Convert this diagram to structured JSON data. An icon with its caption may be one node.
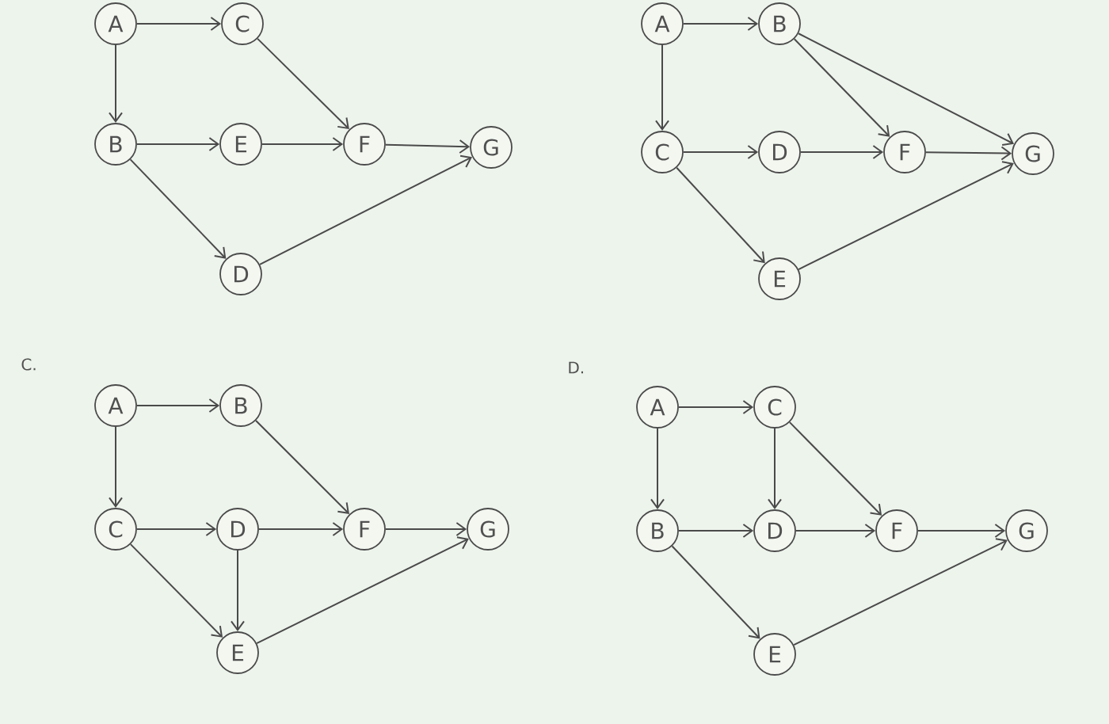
{
  "diagram": {
    "nodes": [
      {
        "text": [
          "A"
        ]
      },
      {
        "text": [
          "C"
        ]
      },
      {
        "text": [
          "B"
        ]
      },
      {
        "text": [
          "E"
        ]
      },
      {
        "text": [
          "F"
        ]
      },
      {
        "text": [
          "G"
        ]
      },
      {
        "text": [
          "D"
        ]
      },
      {
        "text": [
          "A"
        ]
      },
      {
        "text": [
          "B"
        ]
      },
      {
        "text": [
          "C"
        ]
      },
      {
        "text": [
          "D"
        ]
      },
      {
        "text": [
          "F"
        ]
      },
      {
        "text": [
          "G"
        ]
      },
      {
        "text": [
          "E"
        ]
      },
      {
        "text": [
          "A"
        ]
      },
      {
        "text": [
          "B"
        ]
      },
      {
        "text": [
          "C"
        ]
      },
      {
        "text": [
          "D"
        ]
      },
      {
        "text": [
          "F"
        ]
      },
      {
        "text": [
          "G"
        ]
      },
      {
        "text": [
          "E"
        ]
      },
      {
        "text": [
          "A"
        ]
      },
      {
        "text": [
          "C"
        ]
      },
      {
        "text": [
          "B"
        ]
      },
      {
        "text": [
          "D"
        ]
      },
      {
        "text": [
          "F"
        ]
      },
      {
        "text": [
          "G"
        ]
      },
      {
        "text": [
          "E"
        ]
      }
    ],
    "edges": [
      {
        "from": 0,
        "to": 1,
        "arrow": "to"
      },
      {
        "from": 0,
        "to": 2,
        "arrow": "to"
      },
      {
        "from": 1,
        "to": 4,
        "arrow": "to"
      },
      {
        "from": 2,
        "to": 3,
        "arrow": "to"
      },
      {
        "from": 3,
        "to": 4,
        "arrow": "to"
      },
      {
        "from": 4,
        "to": 5,
        "arrow": "to"
      },
      {
        "from": 2,
        "to": 6,
        "arrow": "to"
      },
      {
        "from": 6,
        "to": 5,
        "arrow": "to"
      },
      {
        "from": 7,
        "to": 8,
        "arrow": "to"
      },
      {
        "from": 7,
        "to": 9,
        "arrow": "to"
      },
      {
        "from": 8,
        "to": 11,
        "arrow": "to"
      },
      {
        "from": 8,
        "to": 12,
        "arrow": "to"
      },
      {
        "from": 9,
        "to": 10,
        "arrow": "to"
      },
      {
        "from": 10,
        "to": 11,
        "arrow": "to"
      },
      {
        "from": 11,
        "to": 12,
        "arrow": "to"
      },
      {
        "from": 9,
        "to": 13,
        "arrow": "to"
      },
      {
        "from": 13,
        "to": 12,
        "arrow": "to"
      },
      {
        "from": 14,
        "to": 15,
        "arrow": "to"
      },
      {
        "from": 14,
        "to": 16,
        "arrow": "to"
      },
      {
        "from": 15,
        "to": 18,
        "arrow": "to"
      },
      {
        "from": 16,
        "to": 17,
        "arrow": "to"
      },
      {
        "from": 17,
        "to": 18,
        "arrow": "to"
      },
      {
        "from": 18,
        "to": 19,
        "arrow": "to"
      },
      {
        "from": 16,
        "to": 20,
        "arrow": "to"
      },
      {
        "from": 17,
        "to": 20,
        "arrow": "to"
      },
      {
        "from": 20,
        "to": 19,
        "arrow": "to"
      },
      {
        "from": 21,
        "to": 22,
        "arrow": "to"
      },
      {
        "from": 21,
        "to": 23,
        "arrow": "to"
      },
      {
        "from": 22,
        "to": 24,
        "arrow": "to"
      },
      {
        "from": 22,
        "to": 25,
        "arrow": "to"
      },
      {
        "from": 23,
        "to": 24,
        "arrow": "to"
      },
      {
        "from": 24,
        "to": 25,
        "arrow": "to"
      },
      {
        "from": 25,
        "to": 26,
        "arrow": "to"
      },
      {
        "from": 23,
        "to": 27,
        "arrow": "to"
      },
      {
        "from": 27,
        "to": 26,
        "arrow": "to"
      }
    ],
    "labels": [
      "C.",
      "D."
    ]
  }
}
